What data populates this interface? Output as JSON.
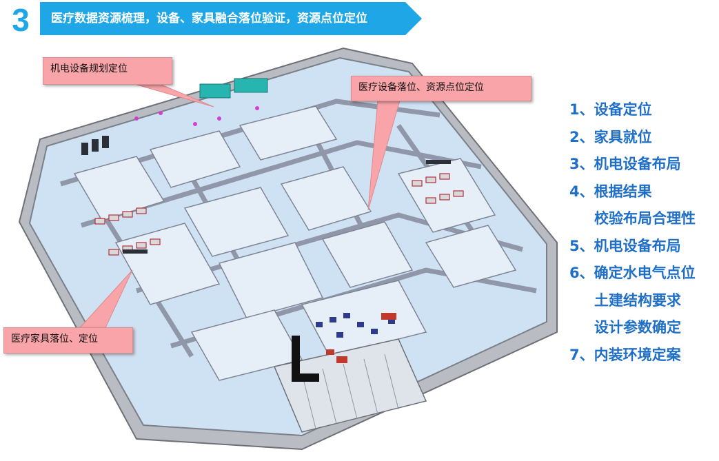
{
  "header": {
    "step_number": "3",
    "title": "医疗数据资源梳理，设备、家具融合落位验证，资源点位定位",
    "banner_color": "#1ea6e6"
  },
  "callouts": {
    "mep": "机电设备规划定位",
    "medical_equipment": "医疗设备落位、资源点位定位",
    "furniture": "医疗家具落位、定位",
    "fill_color": "#f8a4a8"
  },
  "steps": [
    "1、设备定位",
    "2、家具就位",
    "3、机电设备布局",
    "4、根据结果",
    "校验布局合理性",
    "5、机电设备布局",
    "6、确定水电气点位",
    "土建结构要求",
    "设计参数确定",
    "7、内装环境定案"
  ],
  "steps_color": "#1f6fc7"
}
